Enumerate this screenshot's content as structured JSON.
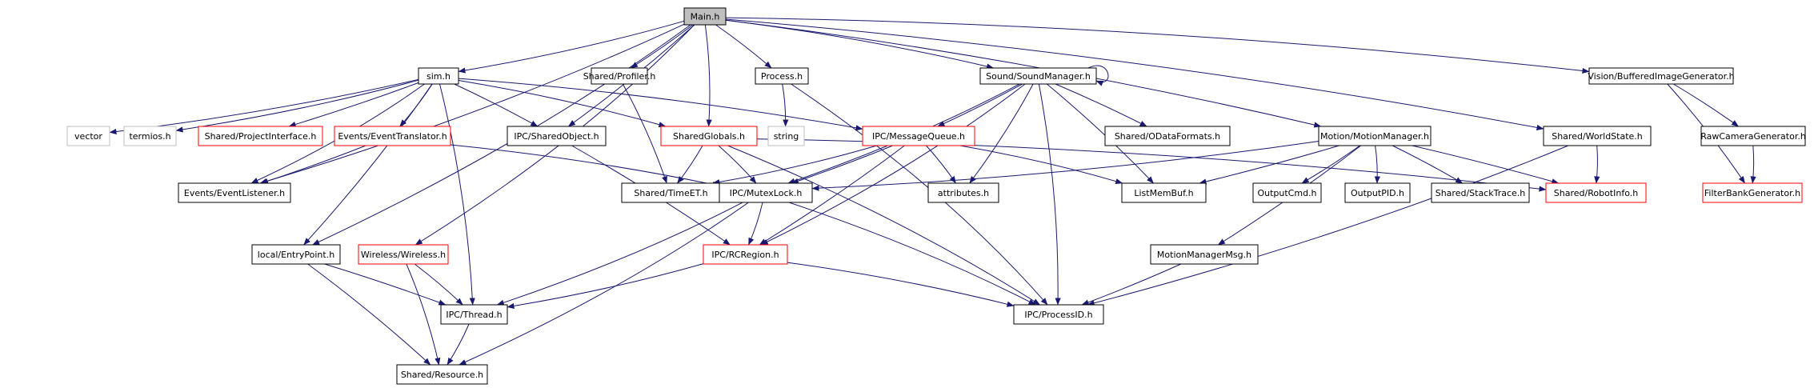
{
  "colors": {
    "edge": "#191970",
    "border_normal": "#000000",
    "border_truncated": "#ff0000",
    "border_external": "#bfbfbf",
    "root_fill": "#bfbfbf",
    "node_fill": "#ffffff",
    "text": "#000000"
  },
  "nodes": [
    {
      "id": "main",
      "label": "Main.h",
      "style": "root"
    },
    {
      "id": "sim",
      "label": "sim.h",
      "style": "normal"
    },
    {
      "id": "profiler",
      "label": "Shared/Profiler.h",
      "style": "normal"
    },
    {
      "id": "process",
      "label": "Process.h",
      "style": "normal"
    },
    {
      "id": "sound",
      "label": "Sound/SoundManager.h",
      "style": "normal"
    },
    {
      "id": "bufimg",
      "label": "Vision/BufferedImageGenerator.h",
      "style": "normal"
    },
    {
      "id": "vector",
      "label": "vector",
      "style": "external"
    },
    {
      "id": "termios",
      "label": "termios.h",
      "style": "external"
    },
    {
      "id": "projiface",
      "label": "Shared/ProjectInterface.h",
      "style": "truncated"
    },
    {
      "id": "evtrans",
      "label": "Events/EventTranslator.h",
      "style": "truncated"
    },
    {
      "id": "sharedobj",
      "label": "IPC/SharedObject.h",
      "style": "normal"
    },
    {
      "id": "sharedglobals",
      "label": "SharedGlobals.h",
      "style": "truncated"
    },
    {
      "id": "string",
      "label": "string",
      "style": "external"
    },
    {
      "id": "msgqueue",
      "label": "IPC/MessageQueue.h",
      "style": "truncated"
    },
    {
      "id": "odata",
      "label": "Shared/ODataFormats.h",
      "style": "normal"
    },
    {
      "id": "motionmgr",
      "label": "Motion/MotionManager.h",
      "style": "normal"
    },
    {
      "id": "worldstate",
      "label": "Shared/WorldState.h",
      "style": "normal"
    },
    {
      "id": "rawcam",
      "label": "RawCameraGenerator.h",
      "style": "normal"
    },
    {
      "id": "evlistener",
      "label": "Events/EventListener.h",
      "style": "normal"
    },
    {
      "id": "timeet",
      "label": "Shared/TimeET.h",
      "style": "normal"
    },
    {
      "id": "mutexlock",
      "label": "IPC/MutexLock.h",
      "style": "normal"
    },
    {
      "id": "attributes",
      "label": "attributes.h",
      "style": "normal"
    },
    {
      "id": "listmembuf",
      "label": "ListMemBuf.h",
      "style": "normal"
    },
    {
      "id": "outputcmd",
      "label": "OutputCmd.h",
      "style": "normal"
    },
    {
      "id": "outputpid",
      "label": "OutputPID.h",
      "style": "normal"
    },
    {
      "id": "stacktrace",
      "label": "Shared/StackTrace.h",
      "style": "normal"
    },
    {
      "id": "robotinfo",
      "label": "Shared/RobotInfo.h",
      "style": "truncated"
    },
    {
      "id": "filterbank",
      "label": "FilterBankGenerator.h",
      "style": "truncated"
    },
    {
      "id": "entrypoint",
      "label": "local/EntryPoint.h",
      "style": "normal"
    },
    {
      "id": "wireless",
      "label": "Wireless/Wireless.h",
      "style": "truncated"
    },
    {
      "id": "rcregion",
      "label": "IPC/RCRegion.h",
      "style": "truncated"
    },
    {
      "id": "mmmsg",
      "label": "MotionManagerMsg.h",
      "style": "normal"
    },
    {
      "id": "thread",
      "label": "IPC/Thread.h",
      "style": "normal"
    },
    {
      "id": "processid",
      "label": "IPC/ProcessID.h",
      "style": "normal"
    },
    {
      "id": "resource",
      "label": "Shared/Resource.h",
      "style": "normal"
    }
  ],
  "edges": [
    [
      "main",
      "sim"
    ],
    [
      "main",
      "profiler"
    ],
    [
      "main",
      "process"
    ],
    [
      "main",
      "sound"
    ],
    [
      "main",
      "bufimg"
    ],
    [
      "main",
      "sharedobj"
    ],
    [
      "main",
      "sharedglobals"
    ],
    [
      "main",
      "motionmgr"
    ],
    [
      "main",
      "worldstate"
    ],
    [
      "main",
      "evlistener"
    ],
    [
      "main",
      "entrypoint"
    ],
    [
      "main",
      "wireless"
    ],
    [
      "sim",
      "vector"
    ],
    [
      "sim",
      "termios"
    ],
    [
      "sim",
      "projiface"
    ],
    [
      "sim",
      "evtrans"
    ],
    [
      "sim",
      "sharedobj"
    ],
    [
      "sim",
      "sharedglobals"
    ],
    [
      "sim",
      "msgqueue"
    ],
    [
      "sim",
      "thread"
    ],
    [
      "sim",
      "evlistener"
    ],
    [
      "sim",
      "entrypoint"
    ],
    [
      "profiler",
      "timeet"
    ],
    [
      "process",
      "string"
    ],
    [
      "process",
      "processid"
    ],
    [
      "sound",
      "sound"
    ],
    [
      "sound",
      "msgqueue"
    ],
    [
      "sound",
      "odata"
    ],
    [
      "sound",
      "mutexlock"
    ],
    [
      "sound",
      "attributes"
    ],
    [
      "sound",
      "listmembuf"
    ],
    [
      "sound",
      "rcregion"
    ],
    [
      "sound",
      "processid"
    ],
    [
      "bufimg",
      "rawcam"
    ],
    [
      "bufimg",
      "filterbank"
    ],
    [
      "rawcam",
      "filterbank"
    ],
    [
      "evtrans",
      "evlistener"
    ],
    [
      "evtrans",
      "mutexlock"
    ],
    [
      "sharedobj",
      "rcregion"
    ],
    [
      "sharedglobals",
      "timeet"
    ],
    [
      "sharedglobals",
      "mutexlock"
    ],
    [
      "sharedglobals",
      "processid"
    ],
    [
      "sharedglobals",
      "robotinfo"
    ],
    [
      "msgqueue",
      "timeet"
    ],
    [
      "msgqueue",
      "mutexlock"
    ],
    [
      "msgqueue",
      "attributes"
    ],
    [
      "msgqueue",
      "listmembuf"
    ],
    [
      "msgqueue",
      "rcregion"
    ],
    [
      "motionmgr",
      "mutexlock"
    ],
    [
      "motionmgr",
      "listmembuf"
    ],
    [
      "motionmgr",
      "outputcmd"
    ],
    [
      "motionmgr",
      "outputpid"
    ],
    [
      "motionmgr",
      "stacktrace"
    ],
    [
      "motionmgr",
      "robotinfo"
    ],
    [
      "motionmgr",
      "mmmsg"
    ],
    [
      "worldstate",
      "robotinfo"
    ],
    [
      "worldstate",
      "processid"
    ],
    [
      "mutexlock",
      "rcregion"
    ],
    [
      "mutexlock",
      "thread"
    ],
    [
      "mutexlock",
      "resource"
    ],
    [
      "mutexlock",
      "processid"
    ],
    [
      "rcregion",
      "thread"
    ],
    [
      "rcregion",
      "processid"
    ],
    [
      "mmmsg",
      "processid"
    ],
    [
      "entrypoint",
      "thread"
    ],
    [
      "entrypoint",
      "resource"
    ],
    [
      "wireless",
      "thread"
    ],
    [
      "wireless",
      "resource"
    ],
    [
      "thread",
      "resource"
    ]
  ]
}
